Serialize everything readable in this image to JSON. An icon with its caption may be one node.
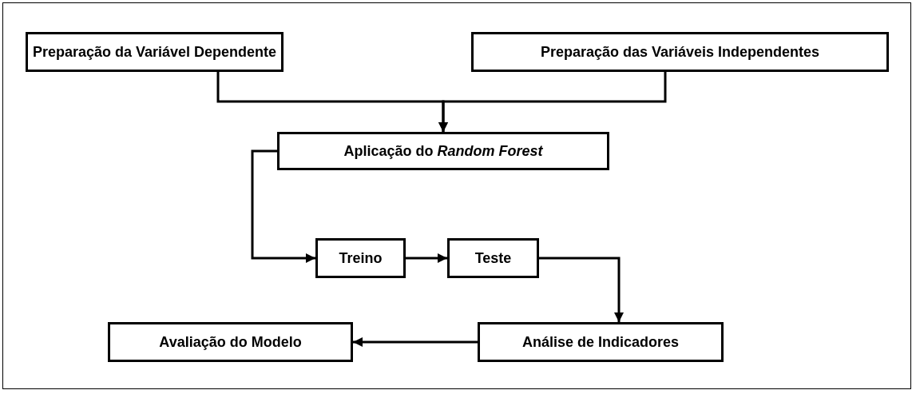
{
  "diagram": {
    "nodes": [
      {
        "text": [
          "Preparação da Variável Dependente"
        ]
      },
      {
        "text": [
          "Preparação das Variáveis Independentes"
        ]
      },
      {
        "text": [
          "Aplicação do *Random Forest*"
        ]
      },
      {
        "text": [
          "Treino"
        ]
      },
      {
        "text": [
          "Teste"
        ]
      },
      {
        "text": [
          "Análise de Indicadores"
        ]
      },
      {
        "text": [
          "Avaliação do Modelo"
        ]
      }
    ],
    "edges": [
      {
        "from": 0,
        "to": 2,
        "arrow": "to"
      },
      {
        "from": 1,
        "to": 2,
        "arrow": "to"
      },
      {
        "from": 2,
        "to": 3,
        "arrow": "to"
      },
      {
        "from": 3,
        "to": 4,
        "arrow": "to"
      },
      {
        "from": 4,
        "to": 5,
        "arrow": "to"
      },
      {
        "from": 5,
        "to": 6,
        "arrow": "to"
      }
    ]
  }
}
